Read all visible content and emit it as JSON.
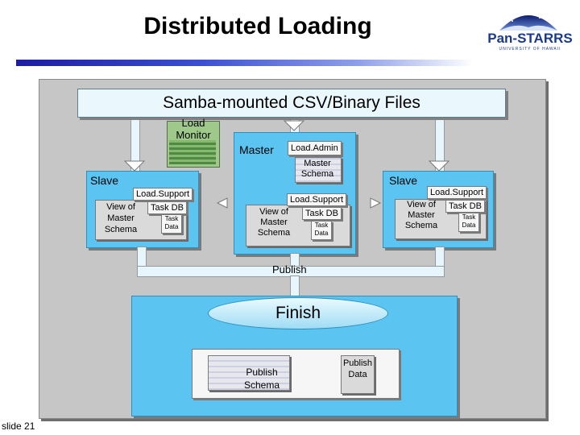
{
  "title": "Distributed Loading",
  "logo": {
    "name": "Pan-STARRS",
    "subtitle": "UNIVERSITY OF HAWAII"
  },
  "banner": "Samba-mounted CSV/Binary Files",
  "load_monitor": "Load Monitor",
  "master": {
    "label": "Master",
    "load_admin": "Load.Admin",
    "master_schema": "Master Schema",
    "load_support": "Load.Support",
    "view_of": "View of Master Schema",
    "task_db": "Task DB",
    "task_data": "Task Data"
  },
  "slave_left": {
    "label": "Slave",
    "load_support": "Load.Support",
    "view_of": "View of Master Schema",
    "task_db": "Task DB",
    "task_data": "Task Data"
  },
  "slave_right": {
    "label": "Slave",
    "load_support": "Load.Support",
    "view_of": "View of Master Schema",
    "task_db": "Task DB",
    "task_data": "Task Data"
  },
  "publish": "Publish",
  "finish": {
    "label": "Finish",
    "publish_schema": "Publish Schema",
    "publish_data": "Publish Data"
  },
  "slide": "slide 21"
}
